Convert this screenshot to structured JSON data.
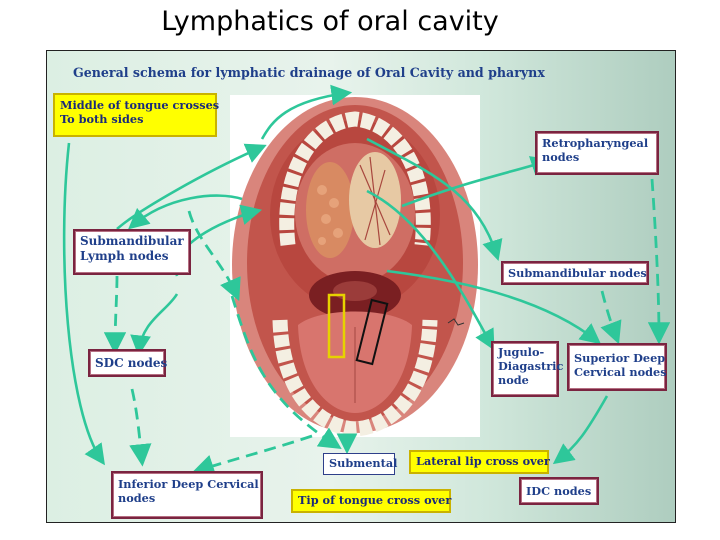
{
  "slide_title": "Lymphatics of oral cavity",
  "panel": {
    "heading": "General schema for lymphatic drainage of Oral Cavity and pharynx"
  },
  "boxes": {
    "middle_tongue": {
      "line1": "Middle of tongue crosses",
      "line2": "To both sides"
    },
    "retropharyngeal": {
      "line1": "Retropharyngeal",
      "line2": "nodes"
    },
    "submandibular_left": {
      "line1": "Submandibular",
      "line2": "Lymph nodes"
    },
    "submandibular_right": {
      "line1": "Submandibular nodes"
    },
    "sdc": {
      "line1": "SDC nodes"
    },
    "jugulo_digastric": {
      "line1": "Jugulo-",
      "line2": "Diagastric",
      "line3": "node"
    },
    "superior_deep_cervical": {
      "line1": "Superior Deep",
      "line2": "Cervical nodes"
    },
    "submental": {
      "line1": "Submental"
    },
    "lateral_lip": {
      "line1": "Lateral lip cross over"
    },
    "inferior_deep_cervical": {
      "line1": "Inferior Deep Cervical",
      "line2": "nodes"
    },
    "idc": {
      "line1": "IDC nodes"
    },
    "tip_tongue": {
      "line1": "Tip of tongue cross over"
    }
  },
  "colors": {
    "arrow": "#2ec79a",
    "box_red_border": "#7a2440",
    "box_yellow_fill": "#ffff00",
    "box_text": "#1f3f8a",
    "lip": "#c95a52",
    "tongue": "#d86f6a",
    "teeth": "#f4efe2"
  }
}
